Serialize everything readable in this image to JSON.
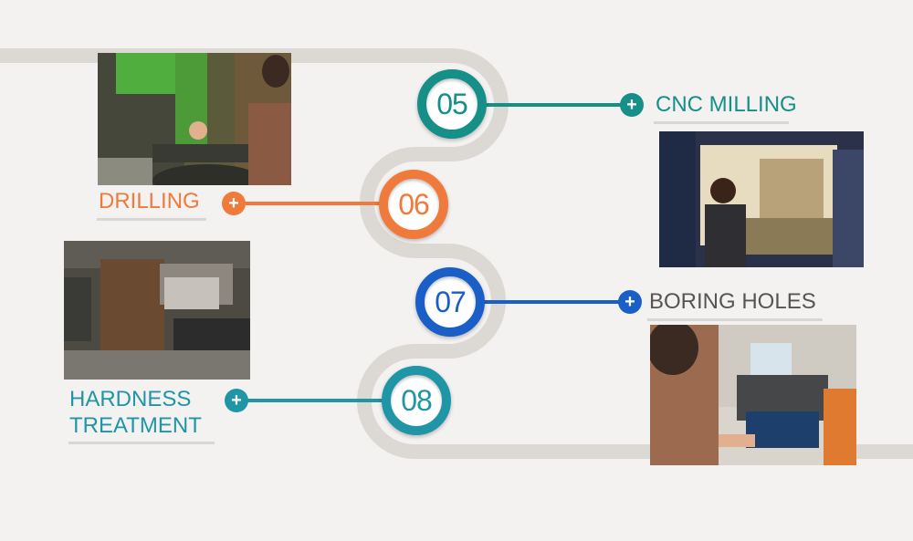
{
  "colors": {
    "track": "#dcd8d4",
    "step_05": "#168f88",
    "step_06": "#ef7a3b",
    "step_07": "#1a5fc7",
    "step_08": "#2095a6"
  },
  "steps": [
    {
      "number": "05",
      "label": "CNC MILLING",
      "photo_icon": "cnc-machine-photo"
    },
    {
      "number": "06",
      "label": "DRILLING",
      "photo_icon": "drill-press-photo"
    },
    {
      "number": "07",
      "label": "BORING HOLES",
      "photo_icon": "boring-machine-photo"
    },
    {
      "number": "08",
      "label": "HARDNESS\nTREATMENT",
      "photo_icon": "furnace-photo"
    }
  ]
}
